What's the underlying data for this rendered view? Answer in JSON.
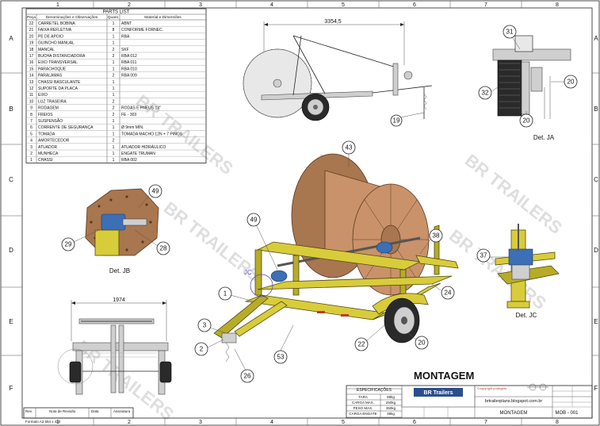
{
  "frame": {
    "columns": [
      "1",
      "2",
      "3",
      "4",
      "5",
      "6",
      "7",
      "8"
    ],
    "rows": [
      "A",
      "B",
      "C",
      "D",
      "E",
      "F"
    ]
  },
  "parts_list": {
    "title": "PARTS LIST",
    "headers": [
      "Peça",
      "Denominações e Observações",
      "Quant.",
      "Material e Dimensões"
    ],
    "rows": [
      [
        "22",
        "CARRETEL BOBINA",
        "1",
        "ABNT"
      ],
      [
        "21",
        "FAIXA REFLETIVA",
        "8",
        "CONFORME FORNEC."
      ],
      [
        "20",
        "PE DE APOIO",
        "1",
        "RBA"
      ],
      [
        "19",
        "GUINCHO MANUAL",
        "1",
        ""
      ],
      [
        "18",
        "MANCAL",
        "2",
        "SKF"
      ],
      [
        "17",
        "BUCHA DISTANCIADORA",
        "2",
        "RBA 012"
      ],
      [
        "16",
        "EIXO TRANSVERSAL",
        "1",
        "RBA 011"
      ],
      [
        "15",
        "PARACHOQUE",
        "1",
        "RBA 010"
      ],
      [
        "14",
        "PARALAMAS",
        "2",
        "RBA 009"
      ],
      [
        "13",
        "CHASSI BASCULANTE",
        "1",
        ""
      ],
      [
        "12",
        "SUPORTE DA PLACA",
        "1",
        ""
      ],
      [
        "11",
        "EIXO",
        "1",
        ""
      ],
      [
        "10",
        "LUZ TRASEIRA",
        "2",
        ""
      ],
      [
        "9",
        "RODAGEM",
        "2",
        "RODAS E PNEUS 13\""
      ],
      [
        "8",
        "FREIOS",
        "2",
        "FE - 303"
      ],
      [
        "7",
        "SUSPENSÃO",
        "1",
        ""
      ],
      [
        "6",
        "CORRENTE DE SEGURANÇA",
        "1",
        "Ø 9mm MÍN."
      ],
      [
        "5",
        "TOMADA",
        "1",
        "TOMADA MACHO 12N + 7 PINOS"
      ],
      [
        "4",
        "AMORTECEDOR",
        "2",
        ""
      ],
      [
        "3",
        "ATUADOR",
        "1",
        "ATUADOR HIDRÁULICO"
      ],
      [
        "2",
        "MUNHECA",
        "1",
        "ENGATE TRUMAN"
      ],
      [
        "1",
        "CHASSI",
        "1",
        "RBA 002"
      ]
    ]
  },
  "dimensions": {
    "top_length": "3354,5",
    "front_width": "1974"
  },
  "callouts": {
    "side_view": [
      "19"
    ],
    "det_ja": [
      "31",
      "20",
      "32",
      "20"
    ],
    "det_jb": [
      "49",
      "29",
      "28"
    ],
    "iso": [
      "43",
      "49",
      "38",
      "24",
      "20",
      "22",
      "53",
      "26",
      "2",
      "3",
      "1"
    ],
    "det_jc": [
      "37"
    ],
    "jc_marker": "JC"
  },
  "detail_labels": {
    "ja": "Det. JA",
    "jb": "Det. JB",
    "jc": "Det. JC"
  },
  "watermark": "BR TRAILERS",
  "title_block": {
    "main_title": "MONTAGEM",
    "logo_text": "BR Trailers",
    "website": "brtrailerplans.blogspot.com.br",
    "drawing_name": "MONTAGEM",
    "sheet_number": "MOB - 001",
    "copyright": "©copyright protegido",
    "spec_title": "ESPECIFICAÇÕES",
    "spec_headers": [
      "",
      "",
      ""
    ],
    "spec_rows": [
      [
        "TARA",
        "88kg"
      ],
      [
        "CARGA MAX.",
        "250kg"
      ],
      [
        "PESO MAX.",
        "350kg"
      ],
      [
        "CARGA ENGATE",
        "35kg"
      ]
    ],
    "revision_headers": [
      "Rev.",
      "Nota de Revisão",
      "Data",
      "Assinatura"
    ],
    "format_label": "Formato A3 594 x 420"
  },
  "colors": {
    "frame": "#222222",
    "trailer_yellow": "#d9cc3b",
    "reel_wood": "#c9926a",
    "bearing_blue": "#3b6fb6",
    "tire": "#2a2a2a"
  }
}
